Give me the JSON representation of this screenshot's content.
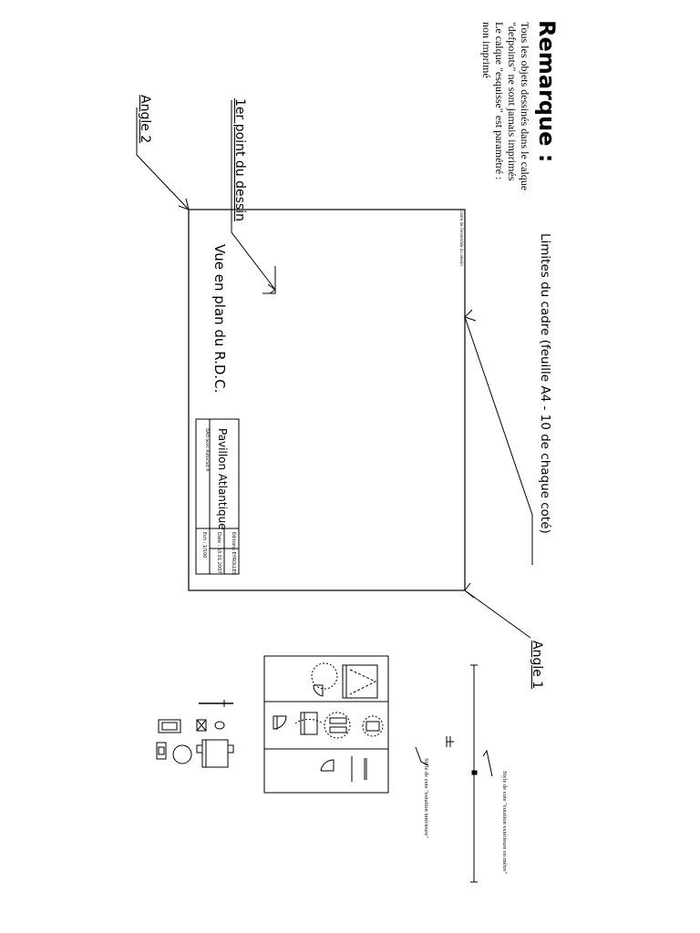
{
  "remark": {
    "title": "Remarque :",
    "lines": [
      "Tous les objets dessinés dans le calque",
      "\"defpoints\" ne sont jamais imprimés",
      "Le calque \"esquisse\" est paramétré :",
      "non imprimé"
    ]
  },
  "labels": {
    "frame_limits": "Limites du cadre (feuille A4 - 10 de chaque coté)",
    "angle_1": "Angle 1",
    "angle_2": "Angle 2",
    "first_point": "1er point du dessin",
    "plan_view": "Vue en plan du R.D.C."
  },
  "title_block": {
    "project": "Pavillon Atlantique",
    "publisher": "Editions EYROLLES",
    "date": "Date : 10.01.2007",
    "scale": "Ech : 1/100",
    "small_header": "DAO avec Autocad ®",
    "frame_tag": "cadre de l'ensemble du dessin"
  },
  "dimension_styles": {
    "exterior": "Style de cote \"cotation extérieure en mètre\"",
    "interior": "Style de cote \"cotation intérieure\""
  },
  "colors": {
    "ink": "#000000",
    "paper": "#ffffff"
  }
}
